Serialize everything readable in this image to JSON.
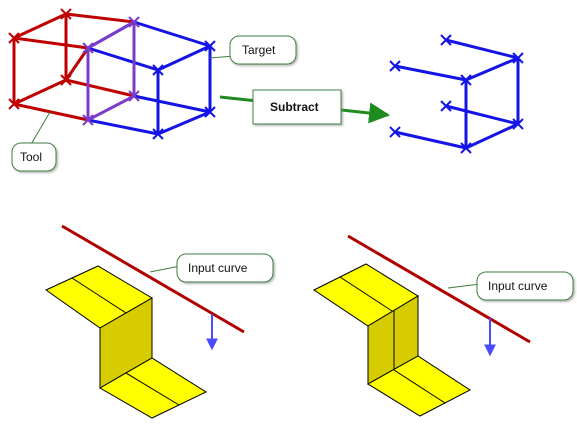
{
  "top": {
    "labels": {
      "target": "Target",
      "tool": "Tool"
    },
    "command_label": "Subtract"
  },
  "bottom": {
    "left_callout": "Input curve",
    "right_callout": "Input curve"
  },
  "colors": {
    "tool": "#c00000",
    "target": "#1414e6",
    "overlap": "#7a3cc8",
    "arrow": "#1f8a1f",
    "curve": "#b00000",
    "face_light": "#ffff00",
    "face_dark": "#d6cc00",
    "callout_border": "#3f7f3f",
    "direction_arrow": "#4a4aff"
  }
}
